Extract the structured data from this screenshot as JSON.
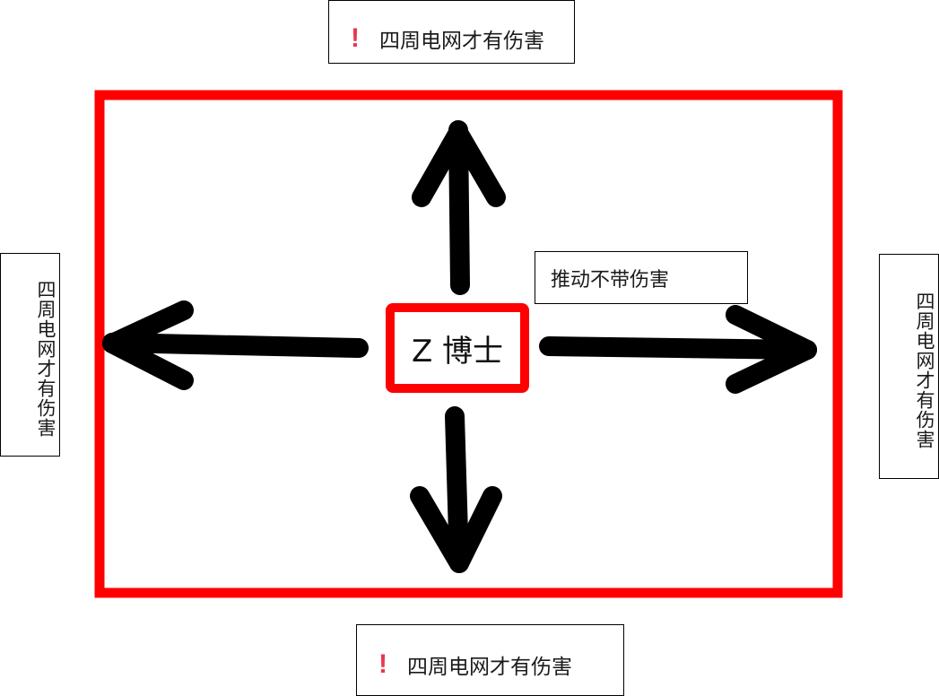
{
  "colors": {
    "frame": "#ff0000",
    "arrow": "#000000",
    "warning": "#e8384f"
  },
  "top_note": {
    "icon": "exclamation-icon",
    "mark": "!",
    "text": "四周电网才有伤害"
  },
  "bottom_note": {
    "icon": "exclamation-icon",
    "mark": "!",
    "text": "四周电网才有伤害"
  },
  "left_note": {
    "text": "四周电网才有伤害"
  },
  "right_note": {
    "text": "四周电网才有伤害"
  },
  "push_note": {
    "text": "推动不带伤害"
  },
  "center": {
    "label": "Z 博士"
  }
}
